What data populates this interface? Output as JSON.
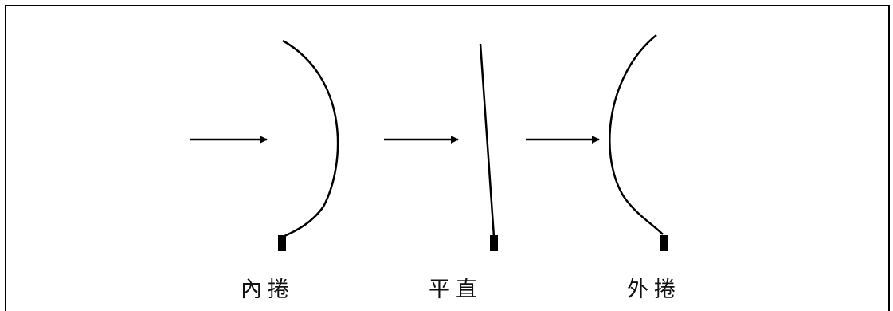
{
  "labels": {
    "inward": "內捲",
    "flat": "平直",
    "outward": "外捲"
  }
}
